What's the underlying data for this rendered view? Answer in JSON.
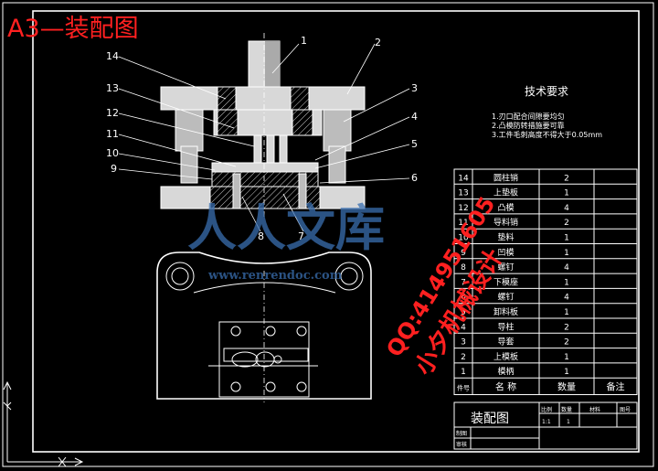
{
  "header": {
    "title": "A3—装配图"
  },
  "tech_requirements": {
    "title": "技术要求",
    "items": [
      "1.刃口配合间隙要均匀",
      "2.凸模防转措施要可靠",
      "3.工件毛刺高度不得大于0.05mm"
    ]
  },
  "callouts": [
    "1",
    "2",
    "3",
    "4",
    "5",
    "6",
    "7",
    "8",
    "9",
    "10",
    "11",
    "12",
    "13",
    "14"
  ],
  "bom": {
    "rows": [
      {
        "no": "14",
        "name": "圆柱销",
        "qty": "2",
        "note": ""
      },
      {
        "no": "13",
        "name": "上垫板",
        "qty": "1",
        "note": ""
      },
      {
        "no": "12",
        "name": "凸模",
        "qty": "4",
        "note": ""
      },
      {
        "no": "11",
        "name": "导料销",
        "qty": "2",
        "note": ""
      },
      {
        "no": "10",
        "name": "垫料",
        "qty": "1",
        "note": ""
      },
      {
        "no": "9",
        "name": "凹模",
        "qty": "1",
        "note": ""
      },
      {
        "no": "8",
        "name": "螺钉",
        "qty": "4",
        "note": ""
      },
      {
        "no": "7",
        "name": "下模座",
        "qty": "1",
        "note": ""
      },
      {
        "no": "6",
        "name": "螺钉",
        "qty": "4",
        "note": ""
      },
      {
        "no": "5",
        "name": "卸料板",
        "qty": "1",
        "note": ""
      },
      {
        "no": "4",
        "name": "导柱",
        "qty": "2",
        "note": ""
      },
      {
        "no": "3",
        "name": "导套",
        "qty": "2",
        "note": ""
      },
      {
        "no": "2",
        "name": "上模板",
        "qty": "1",
        "note": ""
      },
      {
        "no": "1",
        "name": "模柄",
        "qty": "1",
        "note": ""
      }
    ],
    "header": {
      "no": "件号",
      "name": "名 称",
      "qty": "数量",
      "note": "备注"
    }
  },
  "title_block": {
    "drawing_name": "装配图",
    "col_labels": [
      "比例",
      "数量",
      "材料",
      "图号"
    ],
    "scale": "1:1",
    "count": "1",
    "drafter_label": "制图",
    "checker_label": "审核"
  },
  "watermark": {
    "site_brand": "人人文库",
    "site_url": "www.renrendoc.com",
    "qq": "QQ:414951605",
    "designer": "小夕机械设计"
  }
}
